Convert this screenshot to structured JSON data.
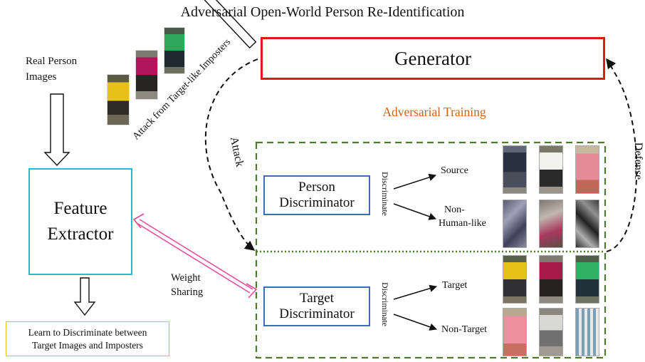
{
  "title": "Adversarial Open-World Person Re-Identification",
  "generator_label": "Generator",
  "feature_extractor": {
    "line1": "Feature",
    "line2": "Extractor"
  },
  "person_discriminator": {
    "line1": "Person",
    "line2": "Discriminator"
  },
  "target_discriminator": {
    "line1": "Target",
    "line2": "Discriminator"
  },
  "adversarial_training_label": "Adversarial Training",
  "real_person_images": {
    "line1": "Real Person",
    "line2": "Images"
  },
  "attack_from_imposters_label": "Attack from Target-like Imposters",
  "attack_label": "Attack",
  "defense_label": "Defense",
  "weight_sharing": {
    "line1": "Weight",
    "line2": "Sharing"
  },
  "discriminate_label": "Discriminate",
  "outputs": {
    "source": "Source",
    "non_human": {
      "line1": "Non-",
      "line2": "Human-like"
    },
    "target": "Target",
    "non_target": "Non-Target"
  },
  "learn_box": {
    "line1": "Learn to Discriminate between",
    "line2": "Target Images and Imposters"
  },
  "colors": {
    "generator_border": "#e01818",
    "feature_border": "#27b6e6",
    "discriminator_border": "#3a6fb8",
    "learn_border": "#e8c020",
    "training_box": "#4f7a2e",
    "adversarial_text": "#c8661e",
    "weight_sharing_arrow": "#e8479a"
  },
  "person_images": {
    "imposters": [
      "yellow-shirt-person",
      "magenta-shirt-person",
      "green-shirt-person"
    ],
    "source_row": [
      "walking-person-dark",
      "white-shirt-person",
      "pink-dress-person"
    ],
    "non_human_row": [
      "blurred-noise-image-1",
      "blurred-noise-image-2",
      "blurred-noise-image-3"
    ],
    "target_row": [
      "yellow-shirt-person",
      "magenta-shirt-person",
      "green-shirt-person"
    ],
    "non_target_row": [
      "pink-dress-person",
      "grey-skirt-person",
      "plaid-shirt-person"
    ]
  }
}
